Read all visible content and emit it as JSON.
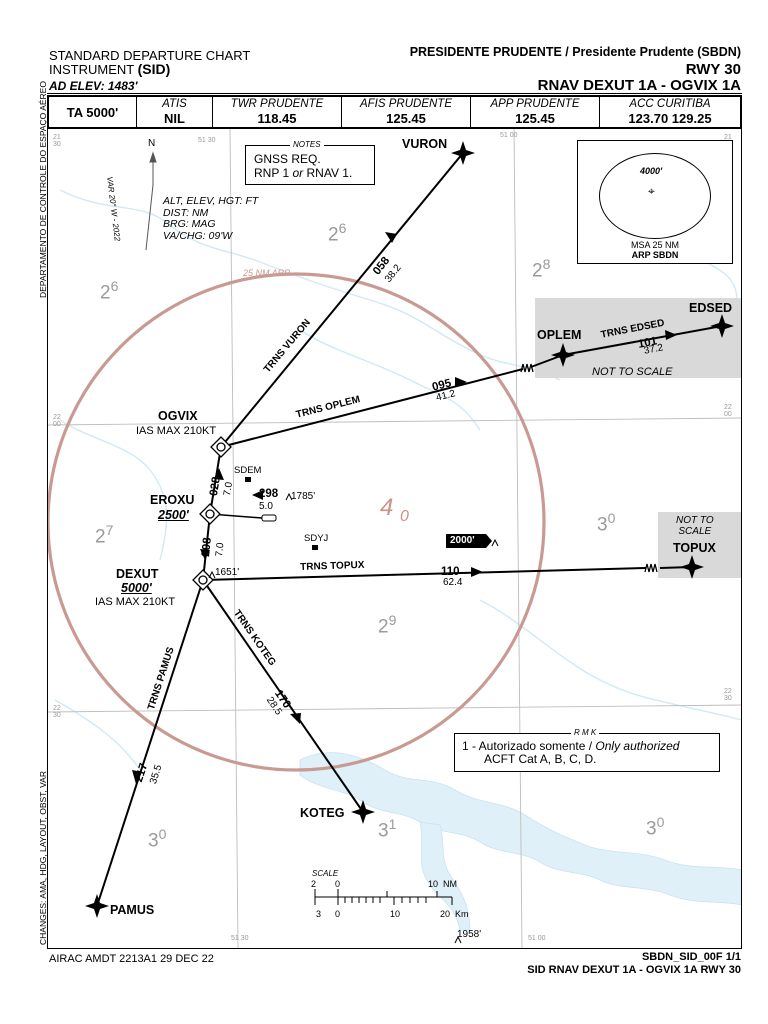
{
  "header": {
    "chart_type_line1": "STANDARD DEPARTURE CHART",
    "chart_type_line2": "INSTRUMENT",
    "chart_type_abbr": "(SID)",
    "ad_elev": "AD ELEV: 1483'",
    "airport": "PRESIDENTE PRUDENTE / Presidente Prudente (SBDN)",
    "runway": "RWY 30",
    "procedure": "RNAV DEXUT 1A - OGVIX 1A"
  },
  "freq_bar": {
    "ta": "TA 5000'",
    "cells": [
      {
        "title": "ATIS",
        "value": "NIL"
      },
      {
        "title": "TWR PRUDENTE",
        "value": "118.45"
      },
      {
        "title": "AFIS PRUDENTE",
        "value": "125.45"
      },
      {
        "title": "APP PRUDENTE",
        "value": "125.45"
      },
      {
        "title": "ACC CURITIBA",
        "value": "123.70 129.25"
      }
    ]
  },
  "side_text": {
    "top": "DEPARTAMENTO DE CONTROLE DO ESPAÇO AÉREO",
    "bottom": "CHANGES: AMA, HDG, LAYOUT, OBST, VAR"
  },
  "notes": {
    "title": "NOTES",
    "line1": "GNSS REQ.",
    "line2_a": "RNP 1",
    "line2_or": "or",
    "line2_b": "RNAV 1."
  },
  "legend": {
    "north": "N",
    "var": "VAR 20° W - 2022",
    "line1": "ALT, ELEV, HGT: FT",
    "line2": "DIST: NM",
    "line3": "BRG: MAG",
    "line4": "VA/CHG: 09'W"
  },
  "msa": {
    "alt": "4000'",
    "line1": "MSA 25 NM",
    "line2": "ARP SBDN"
  },
  "arp_ring": "25 NM ARP",
  "grid_labels": {
    "lon_top_1": "51 30",
    "lon_top_2": "51 00",
    "lon_bot_1": "51 30",
    "lon_bot_2": "51 00",
    "lat_1_a": "22",
    "lat_1_b": "00",
    "lat_2_a": "22",
    "lat_2_b": "00",
    "lat_3_a": "22",
    "lat_3_b": "30",
    "lat_4_a": "22",
    "lat_4_b": "30",
    "lat_tl_a": "21",
    "lat_tl_b": "30",
    "lat_tr_a": "21",
    "lat_tr_b": "30"
  },
  "mora": [
    {
      "a": "2",
      "b": "6"
    },
    {
      "a": "2",
      "b": "6"
    },
    {
      "a": "2",
      "b": "8"
    },
    {
      "a": "4",
      "b": "0"
    },
    {
      "a": "2",
      "b": "7"
    },
    {
      "a": "3",
      "b": "0"
    },
    {
      "a": "2",
      "b": "9"
    },
    {
      "a": "3",
      "b": "0"
    },
    {
      "a": "3",
      "b": "1"
    },
    {
      "a": "3",
      "b": "0"
    }
  ],
  "waypoints": {
    "vuron": "VURON",
    "oplem": "OPLEM",
    "edsed": "EDSED",
    "topux": "TOPUX",
    "ogvix": "OGVIX",
    "ogvix_ias": "IAS MAX 210KT",
    "eroxu": "EROXU",
    "eroxu_alt": "2500'",
    "dexut": "DEXUT",
    "dexut_alt": "5000'",
    "dexut_ias": "IAS MAX 210KT",
    "koteg": "KOTEG",
    "pamus": "PAMUS"
  },
  "routes": {
    "vuron": {
      "name": "TRNS VURON",
      "brg": "058",
      "dist": "38.2"
    },
    "oplem": {
      "name": "TRNS OPLEM",
      "brg": "095",
      "dist": "41.2"
    },
    "edsed": {
      "name": "TRNS EDSED",
      "brg": "101",
      "dist": "37.2"
    },
    "topux": {
      "name": "TRNS TOPUX",
      "brg": "110",
      "dist": "62.4"
    },
    "koteg": {
      "name": "TRNS KOTEG",
      "brg": "170",
      "dist": "28.5"
    },
    "pamus": {
      "name": "TRNS PAMUS",
      "brg": "217",
      "dist": "35.5"
    },
    "leg1": {
      "brg": "028",
      "dist": "7.0"
    },
    "leg2": {
      "brg": "208",
      "dist": "7.0"
    },
    "rwy": {
      "brg": "298",
      "dist": "5.0"
    }
  },
  "not_to_scale": "NOT TO SCALE",
  "not_to_scale_1": "NOT TO",
  "not_to_scale_2": "SCALE",
  "obstacles": {
    "o1": "1785'",
    "o2": "1651'",
    "o3": "1958'",
    "alt_box": "2000'"
  },
  "navaids": {
    "sdem": "SDEM",
    "sdyj": "SDYJ"
  },
  "remark": {
    "title": "R M K",
    "line1_pt": "1 - Autorizado somente /",
    "line1_en": "Only authorized",
    "line2": "ACFT Cat A, B, C, D."
  },
  "scale": {
    "title": "SCALE",
    "nm_left": "2",
    "nm_zero": "0",
    "nm_ten": "10",
    "nm_unit": "NM",
    "km_left": "3",
    "km_zero": "0",
    "km_ten": "10",
    "km_twenty": "20",
    "km_unit": "Km"
  },
  "footer": {
    "airac": "AIRAC AMDT 2213A1  29 DEC 22",
    "chart_id": "SBDN_SID_00F 1/1",
    "chart_name": "SID RNAV DEXUT 1A - OGVIX 1A RWY 30"
  },
  "colors": {
    "ring": "#c99a92",
    "water": "#dff0f8",
    "shade": "#d9d9d9",
    "mora": "#9a9a9a",
    "grid": "#bdbdbd"
  }
}
